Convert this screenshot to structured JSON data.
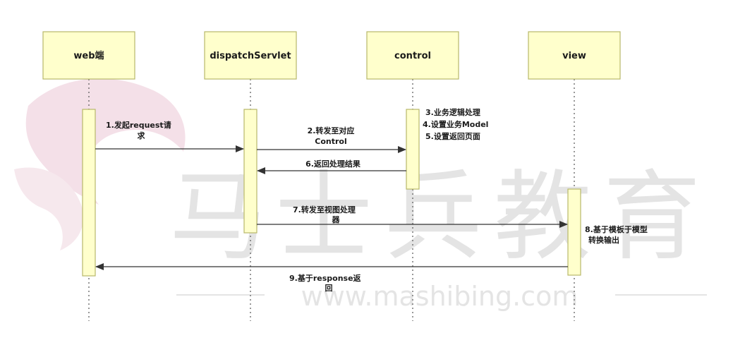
{
  "colors": {
    "box_fill": "#ffffcc",
    "box_stroke": "#b8b86a",
    "line": "#333333",
    "watermark_logo": "#f3dde6",
    "watermark_text": "#e4e4e4"
  },
  "actors": [
    {
      "id": "web",
      "label": "web端"
    },
    {
      "id": "dispatch",
      "label": "dispatchServlet"
    },
    {
      "id": "control",
      "label": "control"
    },
    {
      "id": "view",
      "label": "view"
    }
  ],
  "messages": [
    {
      "id": "m1",
      "lines": [
        "1.发起request请",
        "求"
      ]
    },
    {
      "id": "m2",
      "lines": [
        "2.转发至对应",
        "Control"
      ]
    },
    {
      "id": "m3",
      "lines": [
        "3.业务逻辑处理",
        "4.设置业务Model",
        "5.设置返回页面"
      ]
    },
    {
      "id": "m6",
      "lines": [
        "6.返回处理结果"
      ]
    },
    {
      "id": "m7",
      "lines": [
        "7.转发至视图处理",
        "器"
      ]
    },
    {
      "id": "m8",
      "lines": [
        "8.基于模板于模型",
        "转换输出"
      ]
    },
    {
      "id": "m9",
      "lines": [
        "9.基于response返",
        "回"
      ]
    }
  ],
  "watermark": {
    "logo_icon": "flame-logo-icon",
    "chars": [
      "马",
      "士",
      "兵",
      "教",
      "育"
    ],
    "url": "www.mashibing.com"
  }
}
